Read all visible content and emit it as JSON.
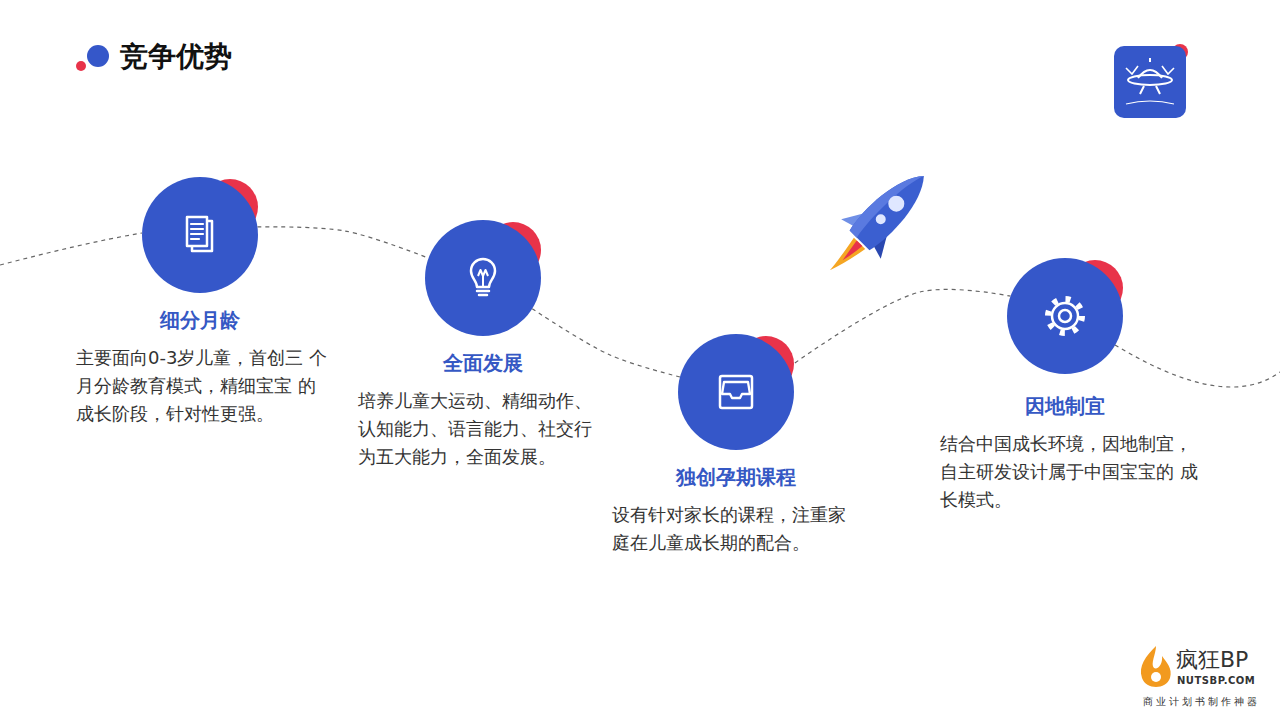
{
  "diagram": {
    "title": "竞争优势",
    "nodes": [
      {
        "text": [
          "细分月龄",
          "主要面向0-3岁儿童，首创三 个月分龄教育模式，精细宝宝 的成长阶段，针对性更强。"
        ]
      },
      {
        "text": [
          "全面发展",
          "培养儿童大运动、精细动作、 认知能力、语言能力、社交行 为五大能力，全面发展。"
        ]
      },
      {
        "text": [
          "独创孕期课程",
          "设有针对家长的课程，注重家 庭在儿童成长期的配合。"
        ]
      },
      {
        "text": [
          "因地制宜",
          "结合中国成长环境，因地制宜， 自主研发设计属于中国宝宝的 成长模式。"
        ]
      }
    ],
    "edges": [
      {
        "from": 0,
        "to": 1,
        "arrow": "none"
      },
      {
        "from": 1,
        "to": 2,
        "arrow": "none"
      },
      {
        "from": 2,
        "to": 3,
        "arrow": "none"
      }
    ],
    "labels": [
      "疯狂BP",
      "NUTSBP.COM",
      "商业计划书制作神器"
    ]
  }
}
